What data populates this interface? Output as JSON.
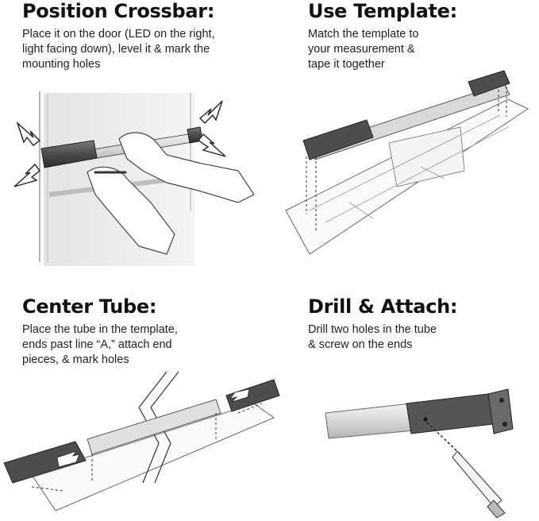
{
  "steps": [
    {
      "title": "Position Crossbar:",
      "lines": [
        "Place it on the door (LED on the right,",
        "light facing down), level it & mark the",
        "mounting holes"
      ]
    },
    {
      "title": "Use Template:",
      "lines": [
        "Match the template to",
        "your measurement &",
        "tape it together"
      ]
    },
    {
      "title": "Center Tube:",
      "lines": [
        "Place the tube in the template,",
        "ends past line “A,” attach end",
        "pieces, & mark holes"
      ]
    },
    {
      "title": "Drill & Attach:",
      "lines": [
        "Drill two holes in the tube",
        "& screw on the ends"
      ]
    }
  ],
  "colors": {
    "text": "#111111",
    "end_cap": "#555555",
    "tube": "#d6d6d6",
    "line_art": "#333333"
  }
}
